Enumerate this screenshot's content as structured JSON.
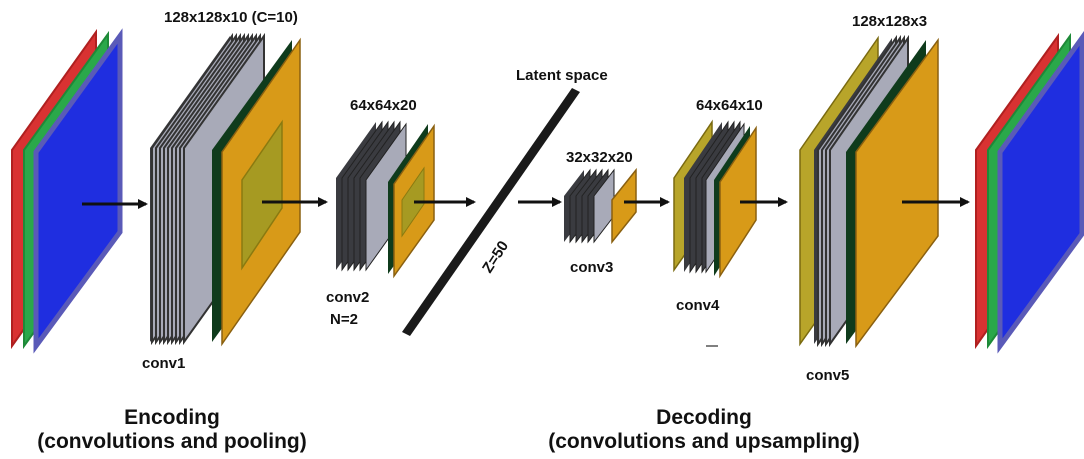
{
  "labels": {
    "conv1_size": "128x128x10 (C=10)",
    "conv1": "conv1",
    "conv2_size": "64x64x20",
    "conv2": "conv2",
    "conv2_n": "N=2",
    "latent": "Latent space",
    "z": "Z=50",
    "conv3_size": "32x32x20",
    "conv3": "conv3",
    "conv4_size": "64x64x10",
    "conv4": "conv4",
    "conv5_size": "128x128x3",
    "conv5": "conv5"
  },
  "captions": {
    "encoding_title": "Encoding",
    "encoding_sub": "(convolutions and pooling)",
    "decoding_title": "Decoding",
    "decoding_sub": "(convolutions and upsampling)"
  },
  "colors": {
    "red_channel": "#d93232",
    "green_channel": "#2aa84a",
    "blue_channel": "#1f2ee0",
    "blue_border": "#5a5ab8",
    "gray_filter": "#a8aab8",
    "dark_block": "#3a3b40",
    "pool_orange": "#d89a18",
    "pool_inner": "#a69a22",
    "olive": "#b8a52a",
    "dark_green": "#0f3b1c",
    "latent_bar": "#1a1a1a"
  }
}
